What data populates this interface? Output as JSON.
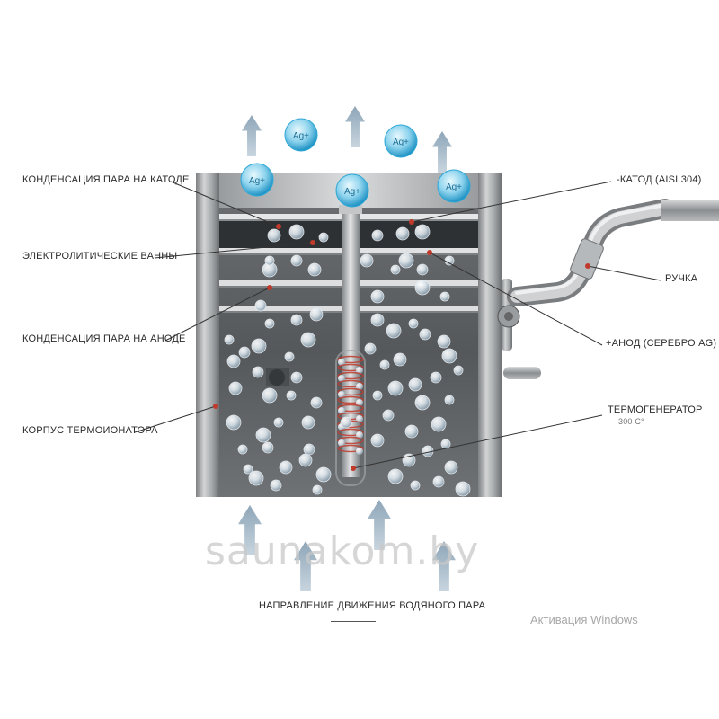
{
  "labels": {
    "condensation_cathode": "КОНДЕНСАЦИЯ ПАРА НА КАТОДЕ",
    "electrolytic_baths": "ЭЛЕКТРОЛИТИЧЕСКИЕ ВАННЫ",
    "condensation_anode": "КОНДЕНСАЦИЯ ПАРА НА АНОДЕ",
    "body": "КОРПУС ТЕРМОИОНАТОРА",
    "cathode": "-КАТОД (AISI 304)",
    "handle": "РУЧКА",
    "anode": "+АНОД (СЕРЕБРО AG)",
    "thermogenerator": "ТЕРМОГЕНЕРАТОР",
    "thermogenerator_temp": "300 С°",
    "steam_direction": "НАПРАВЛЕНИЕ ДВИЖЕНИЯ ВОДЯНОГО ПАРА"
  },
  "ion_label": "Ag+",
  "watermark": "saunakom.by",
  "activation_text": "Активация Windows",
  "colors": {
    "steel_light": "#c9cbcc",
    "steel_mid": "#9a9da0",
    "steel_dark": "#4a4d50",
    "interior": "#5e6164",
    "arrow": "#a9bccb",
    "ion_fill": "#8fd4ee",
    "ion_edge": "#2fa8d6",
    "marker": "#c0392b",
    "leader": "#333333"
  },
  "icons": {
    "up_arrow": "up-arrow-icon",
    "ion": "silver-ion-icon",
    "bubble": "water-bubble-icon"
  }
}
